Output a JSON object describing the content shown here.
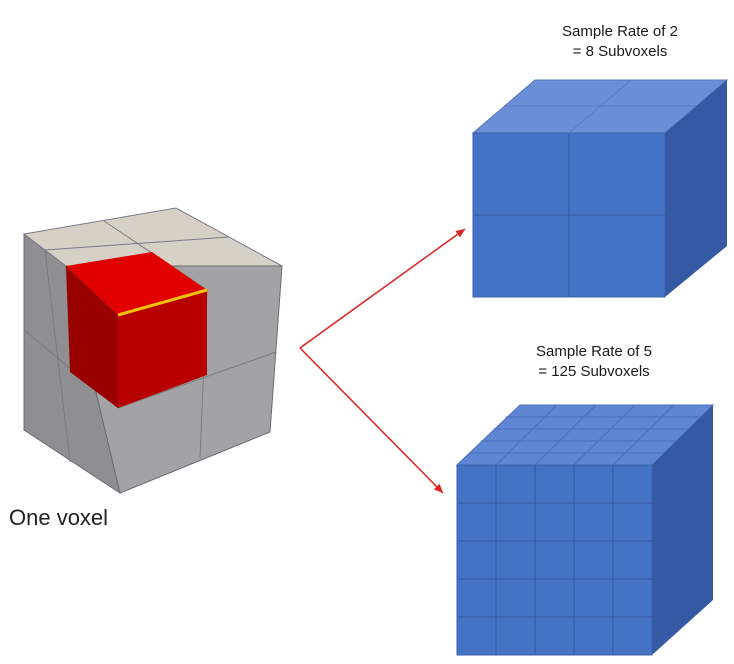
{
  "labels": {
    "sample_rate_2": {
      "line1": "Sample Rate of 2",
      "line2": "= 8 Subvoxels"
    },
    "sample_rate_5": {
      "line1": "Sample Rate of 5",
      "line2": "= 125 Subvoxels"
    },
    "one_voxel": "One voxel"
  },
  "colors": {
    "voxel_top": "#d6d0c6",
    "voxel_side": "#8f8f91",
    "voxel_front": "#a3a3a6",
    "highlight_front": "#b30000",
    "highlight_top": "#dd0000",
    "highlight_edge": "#f5c200",
    "cube_front": "#4472c4",
    "cube_top": "#6a8fd6",
    "cube_side": "#3559a3",
    "arrow": "#e02020"
  }
}
